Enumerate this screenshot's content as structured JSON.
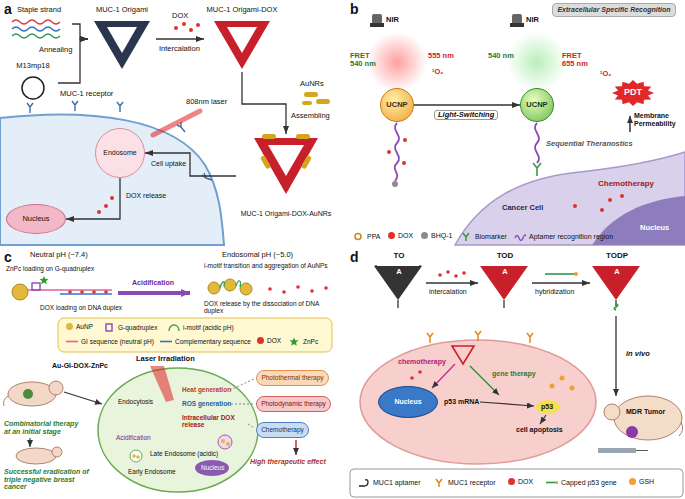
{
  "diagram": {
    "nodes": [
      {
        "text": [
          "Staple strand"
        ]
      },
      {
        "text": [
          "M13mp18"
        ]
      },
      {
        "text": [
          "MUC-1 Origami"
        ]
      },
      {
        "text": [
          "MUC-1 Origami-DOX"
        ]
      },
      {
        "text": [
          "MUC-1 Origami-DOX-AuNRs"
        ]
      },
      {
        "text": [
          "Endosome"
        ]
      },
      {
        "text": [
          "Nucleus"
        ]
      },
      {
        "text": [
          "UCNP"
        ]
      },
      {
        "text": [
          "UCNP"
        ]
      },
      {
        "text": [
          "PDT"
        ]
      },
      {
        "text": [
          "Extracellular Specific Recognition"
        ]
      },
      {
        "text": [
          "Photothermal therapy"
        ]
      },
      {
        "text": [
          "Photodynamic therapy"
        ]
      },
      {
        "text": [
          "Chemotherapy"
        ]
      },
      {
        "text": [
          "TO",
          "A"
        ]
      },
      {
        "text": [
          "TOD",
          "A"
        ]
      },
      {
        "text": [
          "TODP",
          "A"
        ]
      },
      {
        "text": [
          "Nucleus"
        ]
      }
    ],
    "edges": [
      {
        "from": 0,
        "to": 2,
        "label": "Annealing",
        "arrow": "to"
      },
      {
        "from": 1,
        "to": 2,
        "arrow": "to"
      },
      {
        "from": 2,
        "to": 3,
        "label": "Intercalation",
        "arrow": "to"
      },
      {
        "from": 3,
        "to": 4,
        "label": "Assembling",
        "arrow": "to"
      },
      {
        "from": 4,
        "to": 5,
        "label": "Cell uptake",
        "arrow": "to"
      },
      {
        "from": 5,
        "to": 6,
        "label": "DOX release",
        "arrow": "to"
      },
      {
        "from": 7,
        "to": 8,
        "label": "Light-Switching",
        "arrow": "to"
      },
      {
        "from": 14,
        "to": 15,
        "label": "intercalation",
        "arrow": "to"
      },
      {
        "from": 15,
        "to": 16,
        "label": "hybridization",
        "arrow": "to"
      }
    ],
    "labels": [
      "a",
      "DOX",
      "AuNRs",
      "808nm laser",
      "MUC-1 receptor",
      "b",
      "NIR",
      "NIR",
      "FRET 540 nm",
      "555 nm",
      "¹O₂",
      "540 nm",
      "FRET 655 nm",
      "¹O₂",
      "Membrane Permeability",
      "Sequential Theranostics",
      "Chemotherapy",
      "Cancer Cell",
      "Nucleus",
      "c",
      "Neutral pH (~7.4)",
      "ZnPc loading on G-quadruplex",
      "DOX loading on DNA duplex",
      "Acidification",
      "Endosomal pH (~5.0)",
      "i-motif transition and aggregation of AuNPs",
      "DOX release by the dissociation of DNA duplex",
      "Laser Irradiation",
      "Au-GI-DOX-ZnPc",
      "Combinatorial therapy at an initial stage",
      "Successful eradication of triple negative breast cancer",
      "Endocytosis",
      "Heat generation",
      "ROS generation",
      "Intracellular DOX release",
      "Acidification",
      "Early Endosome",
      "Late Endosome (acidic)",
      "Nucleus",
      "High therapeutic effect",
      "d",
      "chemotherapy",
      "gene therapy",
      "p53 mRNA",
      "p53",
      "cell apoptosis",
      "in vivo",
      "MDR Tumor"
    ],
    "legend": [
      {
        "text": "PPA"
      },
      {
        "text": "DOX",
        "color": "#e0322c"
      },
      {
        "text": "BHQ-1",
        "color": "#8c8c8c"
      },
      {
        "text": "Biomarker"
      },
      {
        "text": "Aptamer recognition region"
      },
      {
        "text": "AuNP",
        "color": "#e3b93c"
      },
      {
        "text": "G-quadruplex"
      },
      {
        "text": "i-motif (acidic pH)"
      },
      {
        "text": "GI sequence (neutral pH)"
      },
      {
        "text": "Complementary sequence"
      },
      {
        "text": "DOX",
        "color": "#e0322c"
      },
      {
        "text": "ZnPc"
      },
      {
        "text": "MUC1 aptamer"
      },
      {
        "text": "MUC1 receptor"
      },
      {
        "text": "DOX",
        "color": "#e0322c"
      },
      {
        "text": "Capped p53 gene"
      },
      {
        "text": "GSH",
        "color": "#f0a030"
      }
    ]
  }
}
